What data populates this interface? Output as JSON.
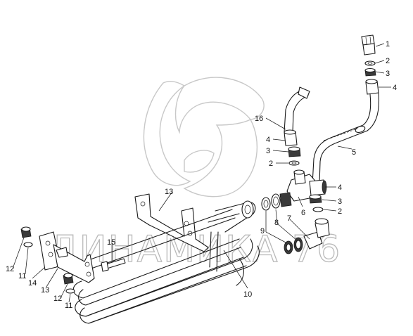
{
  "watermark": {
    "text": "ДИНАМИКА 76",
    "color": "#b9b9b9"
  },
  "callouts": [
    {
      "id": "c1",
      "text": "1"
    },
    {
      "id": "c2a",
      "text": "2"
    },
    {
      "id": "c3a",
      "text": "3"
    },
    {
      "id": "c4a",
      "text": "4"
    },
    {
      "id": "c5",
      "text": "5"
    },
    {
      "id": "c16",
      "text": "16"
    },
    {
      "id": "c4b",
      "text": "4"
    },
    {
      "id": "c3b",
      "text": "3"
    },
    {
      "id": "c2b",
      "text": "2"
    },
    {
      "id": "c13a",
      "text": "13"
    },
    {
      "id": "c4c",
      "text": "4"
    },
    {
      "id": "c3c",
      "text": "3"
    },
    {
      "id": "c2c",
      "text": "2"
    },
    {
      "id": "c6",
      "text": "6"
    },
    {
      "id": "c7",
      "text": "7"
    },
    {
      "id": "c8",
      "text": "8"
    },
    {
      "id": "c9",
      "text": "9"
    },
    {
      "id": "c15",
      "text": "15"
    },
    {
      "id": "c10",
      "text": "10"
    },
    {
      "id": "c12a",
      "text": "12"
    },
    {
      "id": "c11a",
      "text": "11"
    },
    {
      "id": "c14",
      "text": "14"
    },
    {
      "id": "c13b",
      "text": "13"
    },
    {
      "id": "c12b",
      "text": "12"
    },
    {
      "id": "c11b",
      "text": "11"
    }
  ]
}
